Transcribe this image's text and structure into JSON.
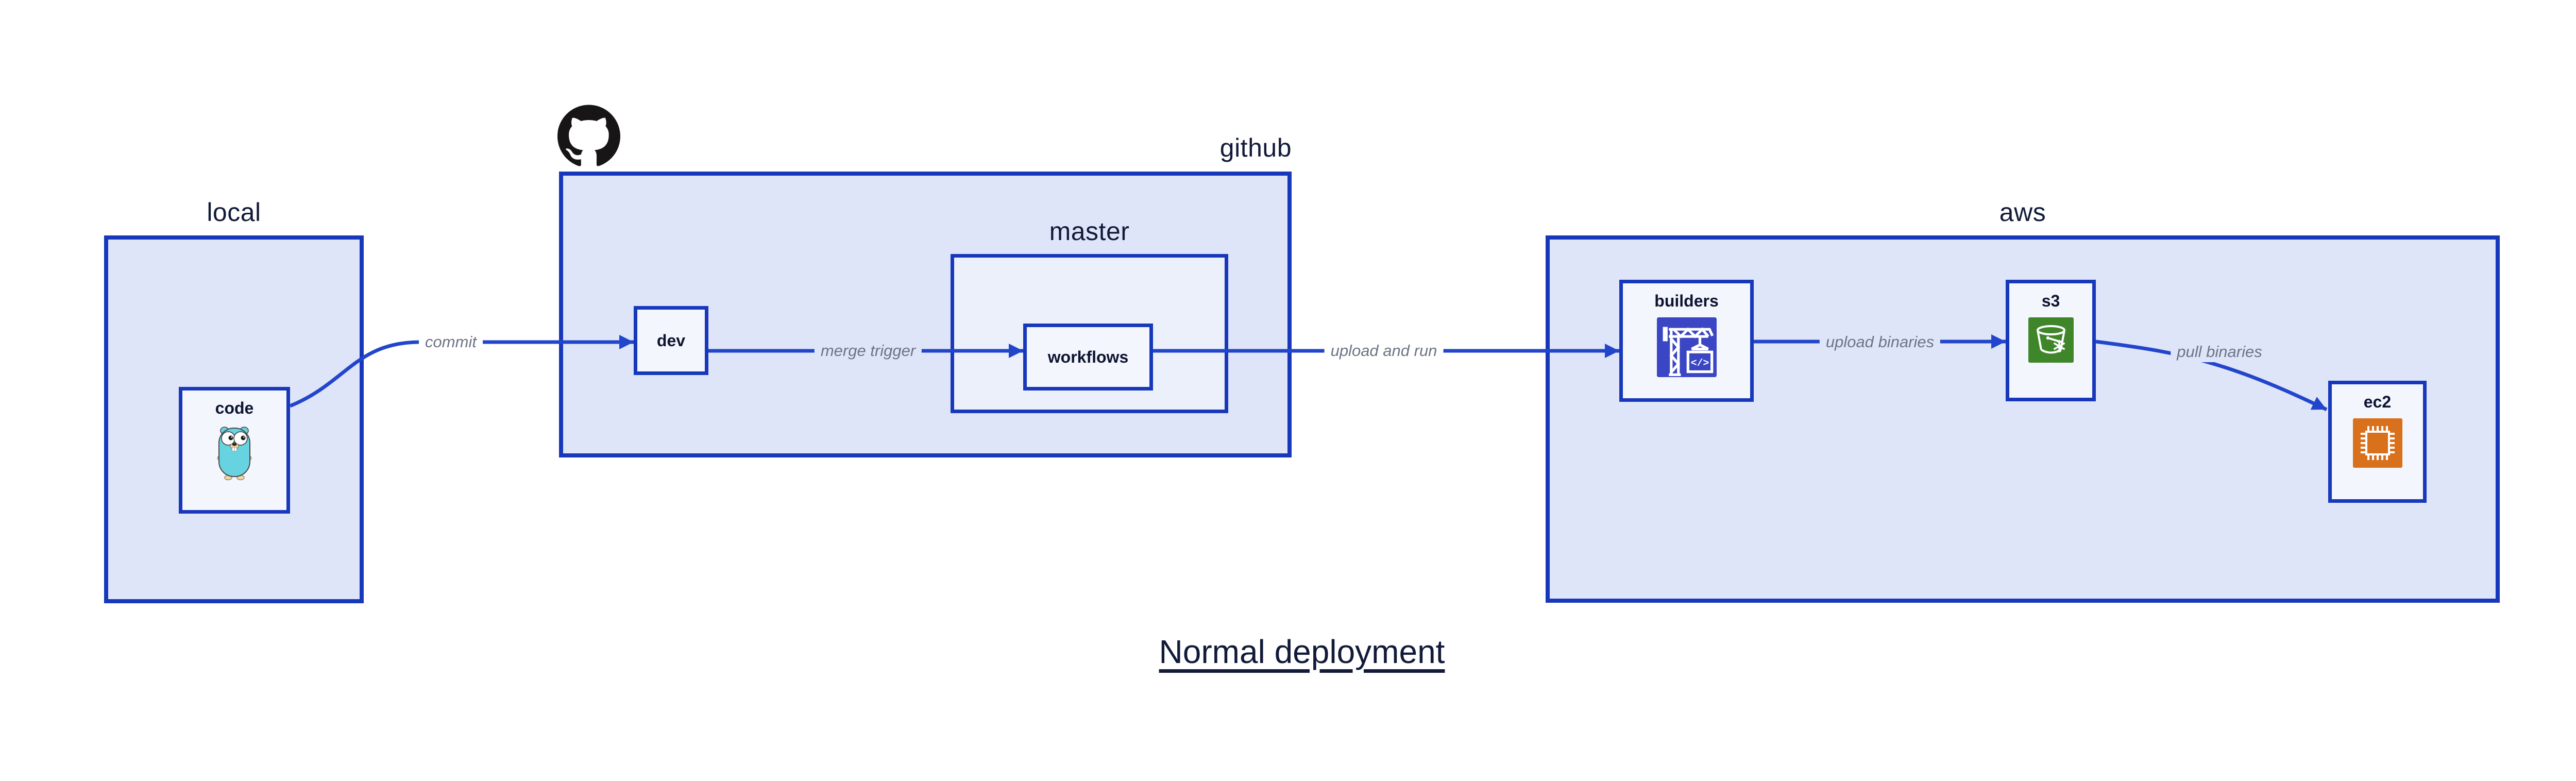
{
  "diagram": {
    "title": "Normal deployment",
    "groups": [
      {
        "id": "local",
        "label": "local"
      },
      {
        "id": "github",
        "label": "github"
      },
      {
        "id": "master",
        "label": "master"
      },
      {
        "id": "aws",
        "label": "aws"
      }
    ],
    "nodes": [
      {
        "id": "code",
        "label": "code",
        "icon": "gopher-icon"
      },
      {
        "id": "dev",
        "label": "dev",
        "icon": null
      },
      {
        "id": "workflows",
        "label": "workflows",
        "icon": null
      },
      {
        "id": "builders",
        "label": "builders",
        "icon": "codebuild-crane-icon"
      },
      {
        "id": "s3",
        "label": "s3",
        "icon": "s3-bucket-icon"
      },
      {
        "id": "ec2",
        "label": "ec2",
        "icon": "ec2-chip-icon"
      }
    ],
    "edges": [
      {
        "from": "code",
        "to": "dev",
        "label": "commit"
      },
      {
        "from": "dev",
        "to": "workflows",
        "label": "merge trigger"
      },
      {
        "from": "workflows",
        "to": "builders",
        "label": "upload and run"
      },
      {
        "from": "builders",
        "to": "s3",
        "label": "upload binaries"
      },
      {
        "from": "s3",
        "to": "ec2",
        "label": "pull binaries"
      }
    ],
    "decorations": [
      {
        "id": "github-logo",
        "icon": "github-octocat-icon"
      }
    ]
  },
  "colors": {
    "background": "#ffffff",
    "box_border": "#1838bb",
    "arrow": "#2246cb",
    "group_fill": "#dfe5f9",
    "master_fill": "#ecf0fb",
    "node_fill": "#f3f6fd",
    "edge_label": "#6e7487",
    "node_label": "#0d1430",
    "title": "#111a38",
    "github_logo": "#171515",
    "codebuild_icon": "#3b46c4",
    "s3_icon": "#3e8629",
    "ec2_icon": "#d9701c",
    "gopher_body": "#67d3e0",
    "gopher_skin": "#f2d7a7"
  }
}
